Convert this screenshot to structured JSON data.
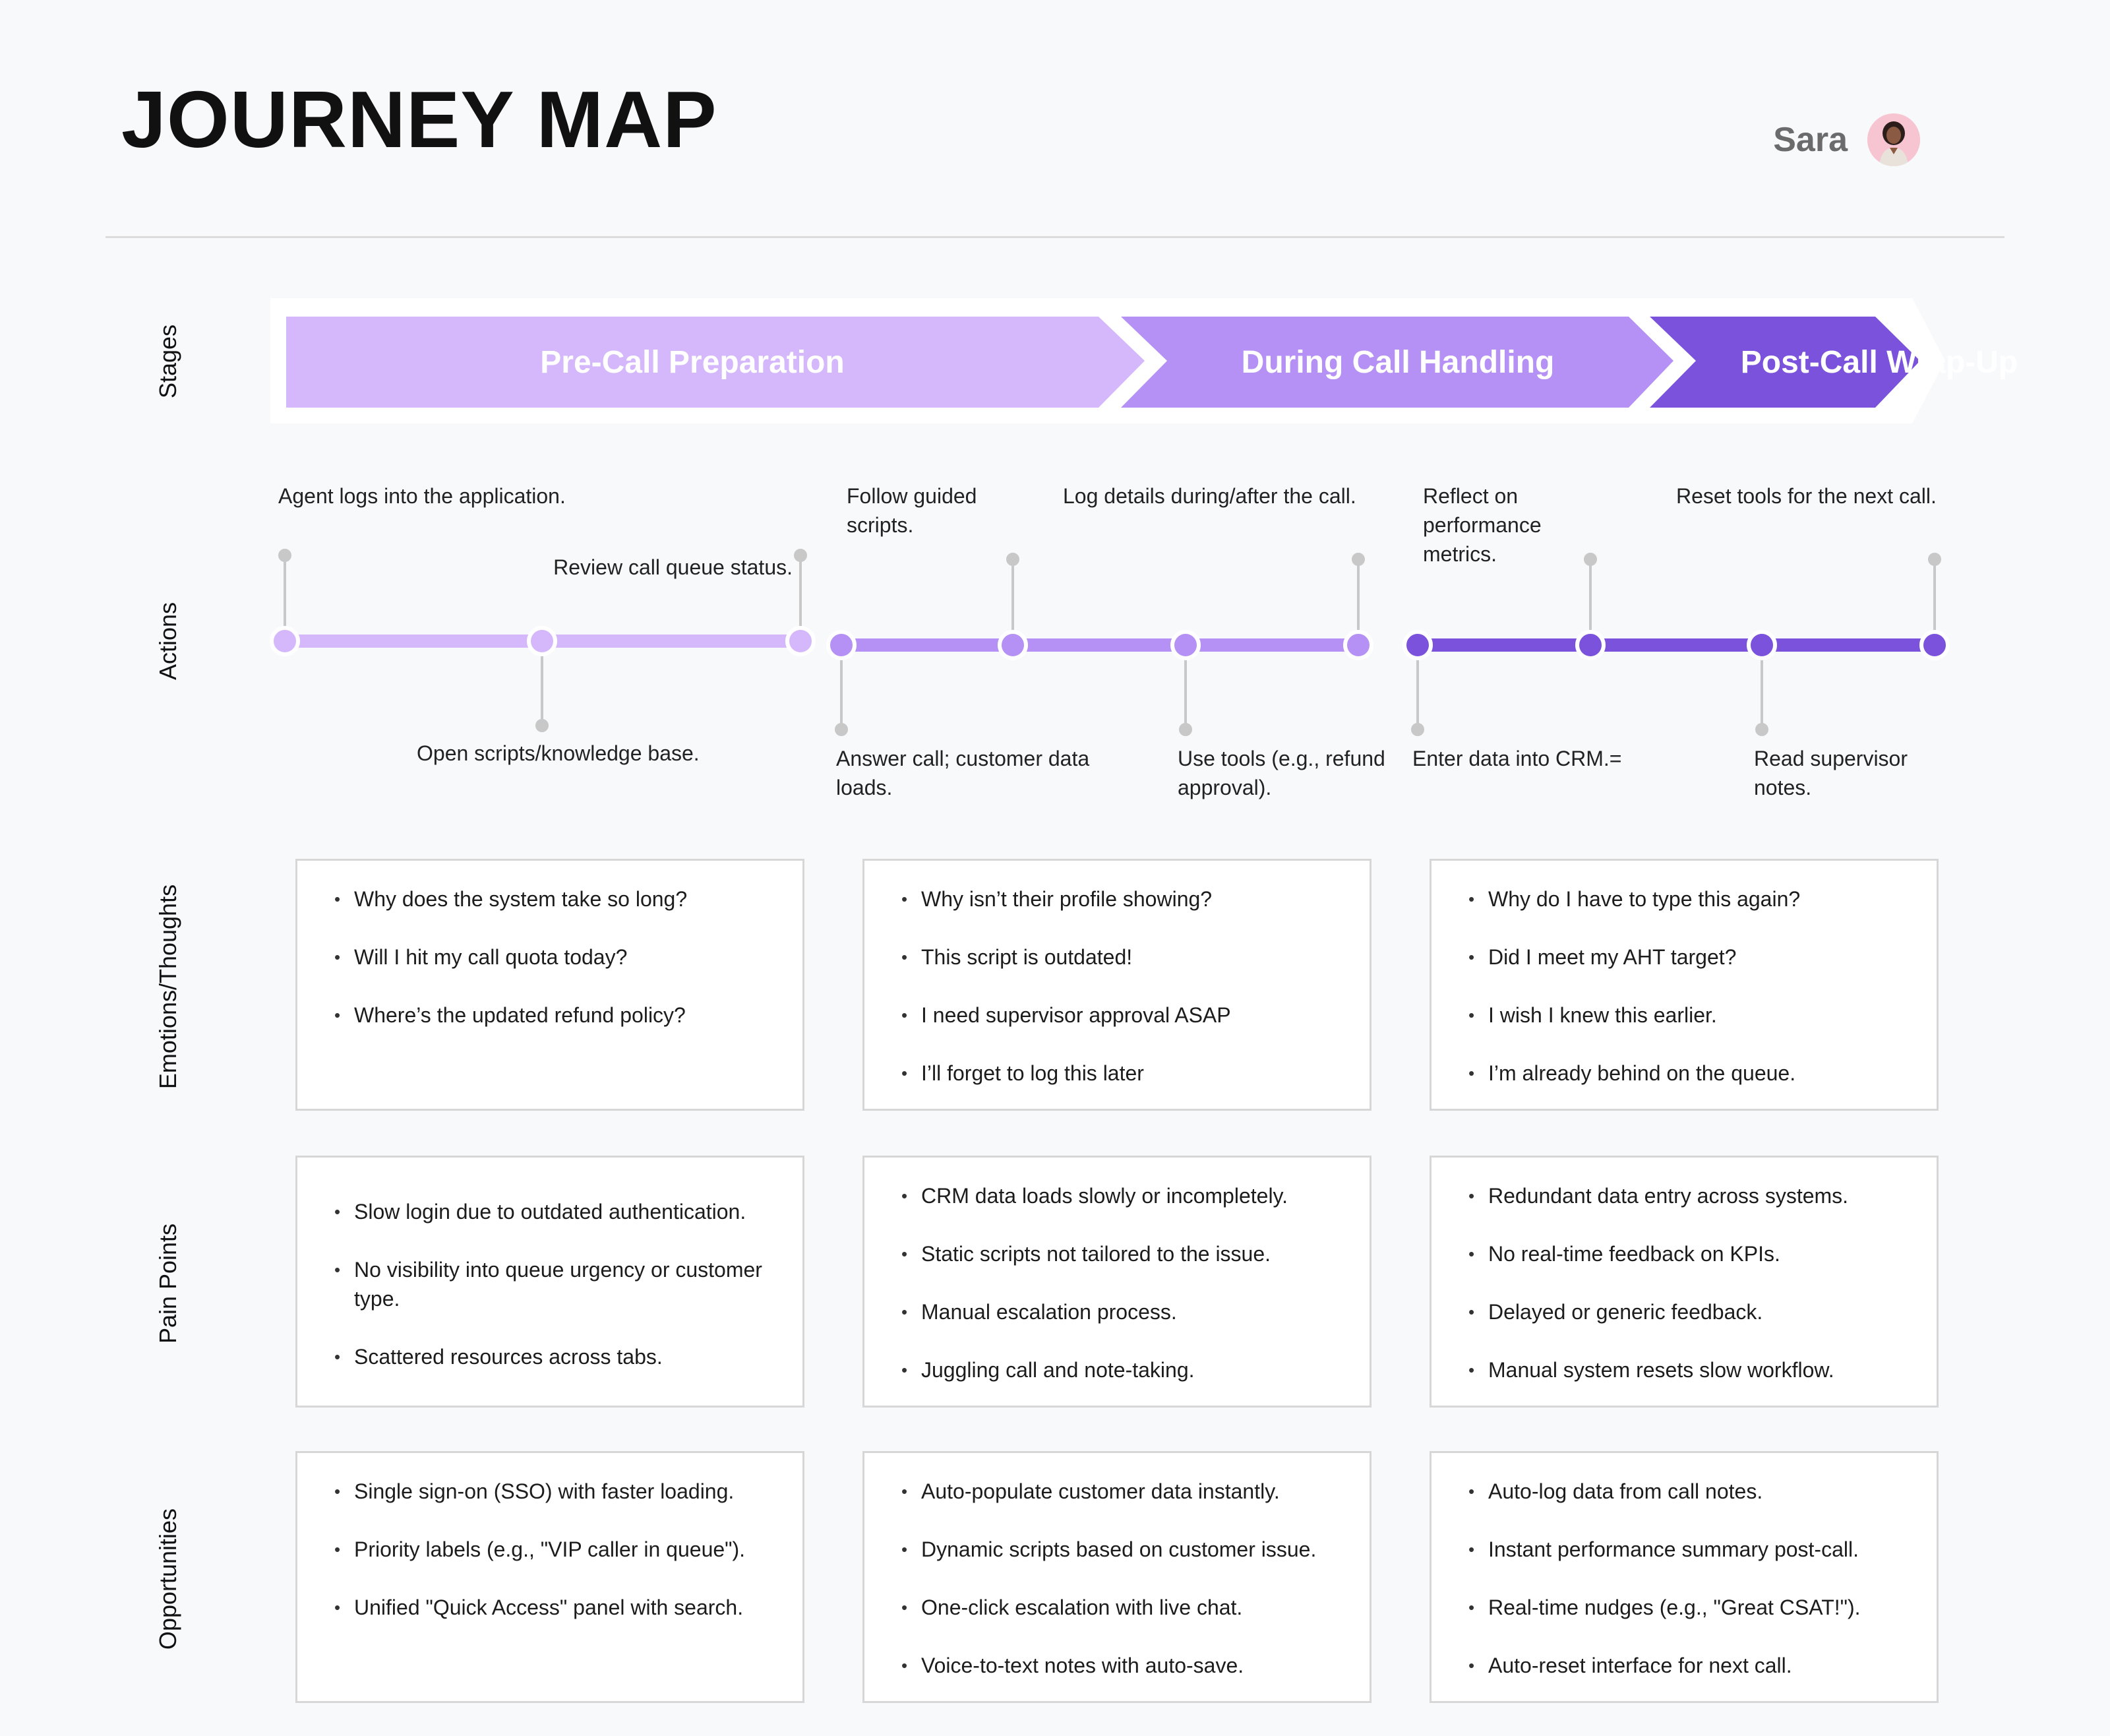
{
  "header": {
    "title": "JOURNEY MAP",
    "user_name": "Sara",
    "avatar_icon": "user-avatar-icon"
  },
  "row_labels": {
    "stages": "Stages",
    "actions": "Actions",
    "emotions": "Emotions/Thoughts",
    "pain_points": "Pain Points",
    "opportunities": "Opportunities"
  },
  "colors": {
    "stage_1": "#d4b8fb",
    "stage_2": "#b591f6",
    "stage_3": "#7b52db",
    "connector": "#c8c8c8"
  },
  "stages": [
    {
      "label": "Pre-Call Preparation"
    },
    {
      "label": "During Call Handling"
    },
    {
      "label": "Post-Call Wrap-Up"
    }
  ],
  "actions": [
    {
      "text": "Agent logs into the application."
    },
    {
      "text": "Open scripts/knowledge base."
    },
    {
      "text": "Review call queue status."
    },
    {
      "text": "Answer call; customer data loads."
    },
    {
      "text": "Follow guided scripts."
    },
    {
      "text": "Use tools (e.g., refund approval)."
    },
    {
      "text": "Log details during/after the call."
    },
    {
      "text": "Enter data into CRM.="
    },
    {
      "text": "Reflect on performance metrics."
    },
    {
      "text": "Read supervisor notes."
    },
    {
      "text": "Reset tools for the next call."
    }
  ],
  "emotions": [
    [
      "Why does the system take so long?",
      "Will I hit my call quota today?",
      "Where’s the updated refund policy?"
    ],
    [
      "Why isn’t their profile showing?",
      "This script is outdated!",
      "I need supervisor approval ASAP",
      "I’ll forget to log this later"
    ],
    [
      "Why do I have to type this again?",
      "Did I meet my AHT target?",
      "I wish I knew this earlier.",
      "I’m already behind on the queue."
    ]
  ],
  "pain_points": [
    [
      "Slow login due to outdated authentication.",
      "No visibility into queue urgency or customer type.",
      "Scattered resources across tabs."
    ],
    [
      "CRM data loads slowly or incompletely.",
      "Static scripts not tailored to the issue.",
      "Manual escalation process.",
      "Juggling call and note-taking."
    ],
    [
      "Redundant data entry across systems.",
      "No real-time feedback on KPIs.",
      "Delayed or generic feedback.",
      "Manual system resets slow workflow."
    ]
  ],
  "opportunities": [
    [
      "Single sign-on (SSO) with faster loading.",
      "Priority labels (e.g., \"VIP caller in queue\").",
      "Unified \"Quick Access\" panel with search."
    ],
    [
      "Auto-populate customer data instantly.",
      "Dynamic scripts based on customer issue.",
      "One-click escalation with live chat.",
      "Voice-to-text notes with auto-save."
    ],
    [
      "Auto-log data from call notes.",
      "Instant performance summary post-call.",
      "Real-time nudges (e.g., \"Great CSAT!\").",
      "Auto-reset interface for next call."
    ]
  ]
}
